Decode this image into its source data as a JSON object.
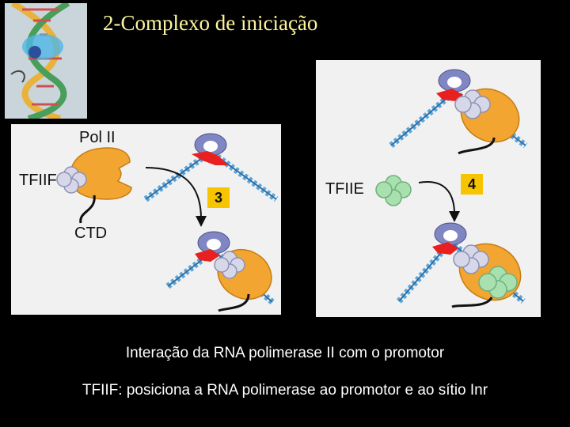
{
  "title": "2-Complexo de iniciação",
  "left_panel": {
    "pol_ii_label": "Pol II",
    "tfiif_label": "TFIIF",
    "ctd_label": "CTD",
    "step_number": "3"
  },
  "right_panel": {
    "tfiie_label": "TFIIE",
    "step_number": "4"
  },
  "captions": {
    "line1": "Interação da RNA polimerase II com o promotor",
    "line2": "TFIIF: posiciona a RNA polimerase ao promotor e ao sítio Inr"
  },
  "colors": {
    "title": "#fff59d",
    "pol_ii": "#f2a531",
    "tfiif": "#d6d8ea",
    "tfiie": "#a8e0b0",
    "tbp": "#7f86c2",
    "tfiib": "#e8201f",
    "step_badge": "#f6c400",
    "dna": "#5ea6d8"
  },
  "icons": {
    "thumbnail": "dna-double-helix-thumbnail",
    "arrow": "curved-arrow-icon"
  }
}
